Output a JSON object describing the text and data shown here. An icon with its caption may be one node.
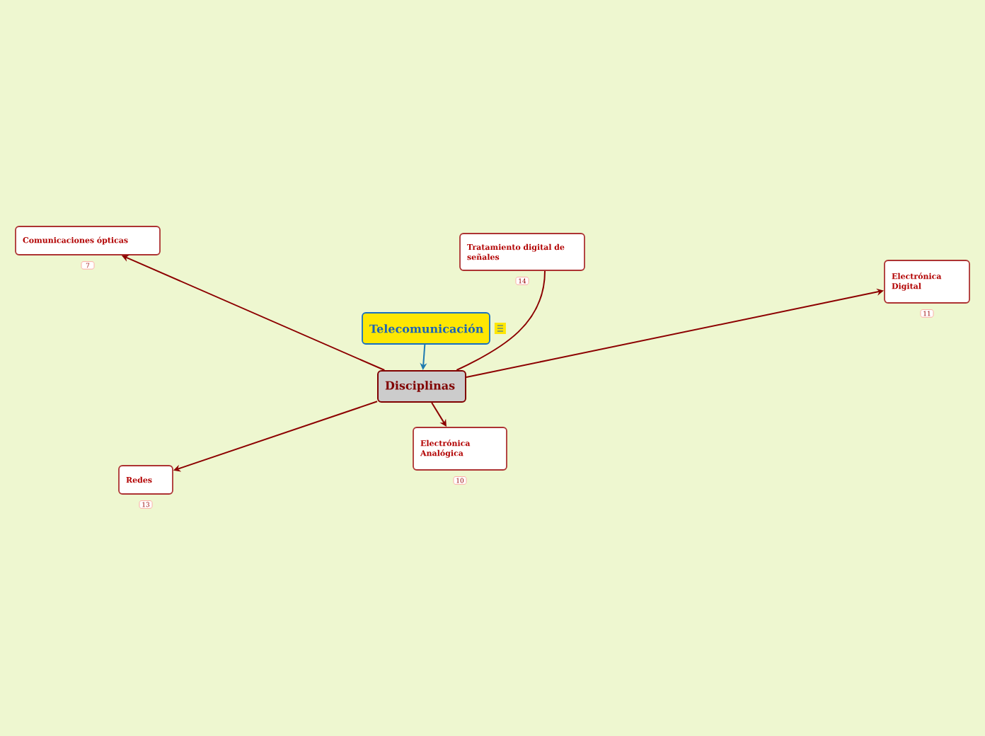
{
  "diagram": {
    "nodes": [
      {
        "text": [
          "Telecomunicación"
        ]
      },
      {
        "text": [
          "Disciplinas"
        ]
      },
      {
        "text": [
          "Comunicaciones ópticas"
        ],
        "beside": [
          "7"
        ]
      },
      {
        "text": [
          "Tratamiento digital de señales"
        ],
        "beside": [
          "14"
        ]
      },
      {
        "text": [
          "Electrónica Digital"
        ],
        "beside": [
          "11"
        ]
      },
      {
        "text": [
          "Electrónica Analógica"
        ],
        "beside": [
          "10"
        ]
      },
      {
        "text": [
          "Redes"
        ],
        "beside": [
          "13"
        ]
      }
    ],
    "edges": [
      {
        "from": 0,
        "to": 1,
        "arrow": "to",
        "color": "#1f7ab0"
      },
      {
        "from": 1,
        "to": 2,
        "arrow": "to"
      },
      {
        "from": 1,
        "to": 3,
        "arrow": "none"
      },
      {
        "from": 1,
        "to": 4,
        "arrow": "to"
      },
      {
        "from": 1,
        "to": 5,
        "arrow": "to"
      },
      {
        "from": 1,
        "to": 6,
        "arrow": "to"
      }
    ]
  }
}
